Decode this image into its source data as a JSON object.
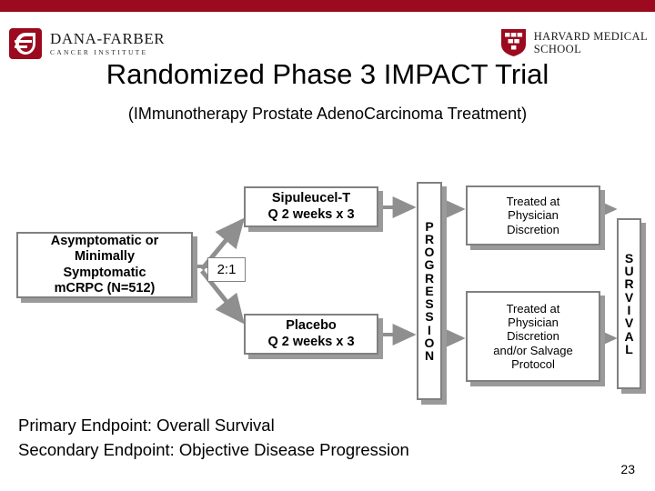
{
  "header": {
    "band_color": "#9b0a1e",
    "dana_farber": {
      "name": "DANA-FARBER",
      "subtitle": "CANCER INSTITUTE",
      "logo_icon": "dana-farber-mark"
    },
    "harvard": {
      "line1": "HARVARD MEDICAL",
      "line2": "SCHOOL",
      "logo_icon": "harvard-shield"
    }
  },
  "title": "Randomized Phase 3 IMPACT Trial",
  "subtitle": "(IMmunotherapy Prostate AdenoCarcinoma Treatment)",
  "diagram": {
    "population": "Asymptomatic or Minimally Symptomatic mCRPC (N=512)",
    "population_lines": [
      "Asymptomatic or",
      "Minimally",
      "Symptomatic",
      "mCRPC (N=512)"
    ],
    "randomization_ratio": "2:1",
    "arm_experimental_lines": [
      "Sipuleucel-T",
      "Q 2 weeks x 3"
    ],
    "arm_control_lines": [
      "Placebo",
      "Q 2 weeks x 3"
    ],
    "progression_label": "PROGRESSION",
    "progression_letters": [
      "P",
      "R",
      "O",
      "G",
      "R",
      "E",
      "S",
      "S",
      "I",
      "O",
      "N"
    ],
    "post_progression_upper_lines": [
      "Treated at",
      "Physician",
      "Discretion"
    ],
    "post_progression_lower_lines": [
      "Treated at",
      "Physician",
      "Discretion",
      "and/or Salvage",
      "Protocol"
    ],
    "survival_label": "SURVIVAL",
    "survival_letters": [
      "S",
      "U",
      "R",
      "V",
      "I",
      "V",
      "A",
      "L"
    ]
  },
  "footer": {
    "primary_endpoint": "Primary Endpoint: Overall Survival",
    "secondary_endpoint": "Secondary Endpoint: Objective Disease Progression",
    "slide_number": "23"
  }
}
